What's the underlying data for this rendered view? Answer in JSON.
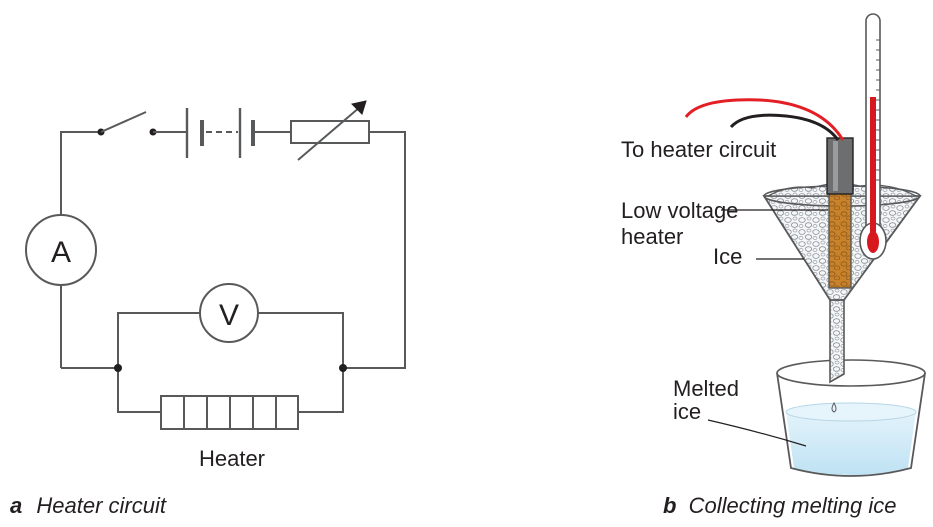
{
  "circuit": {
    "ammeter_symbol": "A",
    "voltmeter_symbol": "V",
    "heater_label": "Heater",
    "caption_letter": "a",
    "caption_text": "Heater circuit"
  },
  "apparatus": {
    "label_heater_circuit": "To heater circuit",
    "label_heater_line1": "Low voltage",
    "label_heater_line2": "heater",
    "label_ice": "Ice",
    "label_melted_line1": "Melted",
    "label_melted_line2": "ice",
    "caption_letter": "b",
    "caption_text": "Collecting melting ice"
  },
  "colors": {
    "wire": "#58595b",
    "red_lead": "#e31e24",
    "black_lead": "#231f20",
    "heater_body": "#c9822a",
    "water": "#cfe9f7",
    "thermometer_liquid": "#d7191f"
  }
}
